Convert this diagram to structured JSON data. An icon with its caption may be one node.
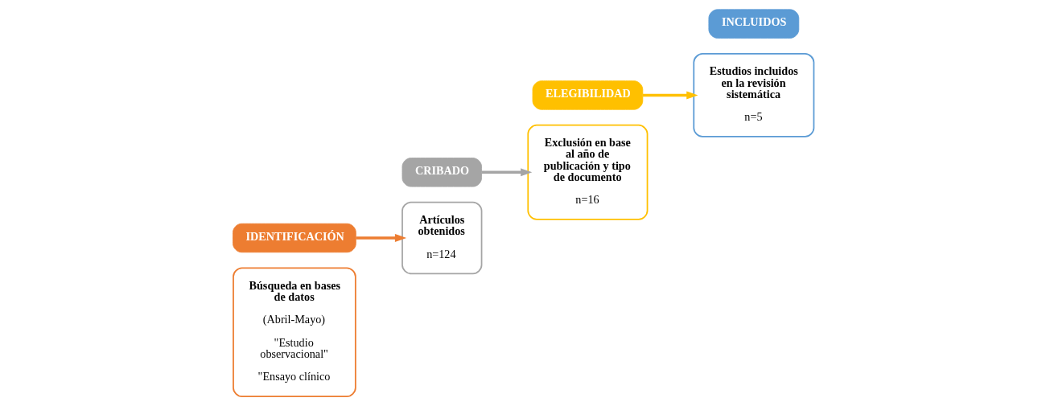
{
  "diagram": {
    "nodes": [
      {
        "text": [
          "Búsqueda en bases de datos",
          "(Abril-Mayo)",
          "\"Estudio observacional\"",
          "\"Ensayo clínico"
        ]
      },
      {
        "text": [
          "IDENTIFICACIÓN"
        ]
      },
      {
        "text": [
          "CRIBADO"
        ]
      },
      {
        "text": [
          "Artículos obtenidos",
          "n=124"
        ]
      },
      {
        "text": [
          "Exclusión en base al año de publicación y tipo de documento",
          "n=16"
        ]
      },
      {
        "text": [
          "ELEGIBILIDAD"
        ]
      },
      {
        "text": [
          "INCLUIDOS"
        ]
      },
      {
        "text": [
          "Estudios incluidos en la revisión sistemática",
          "n=5"
        ]
      }
    ],
    "edges": [
      {
        "from": 1,
        "to": 3,
        "arrow": "to",
        "color": "#ed7d31"
      },
      {
        "from": 2,
        "to": 4,
        "arrow": "to",
        "color": "#a5a5a5"
      },
      {
        "from": 5,
        "to": 7,
        "arrow": "to",
        "color": "#ffc000"
      }
    ]
  }
}
